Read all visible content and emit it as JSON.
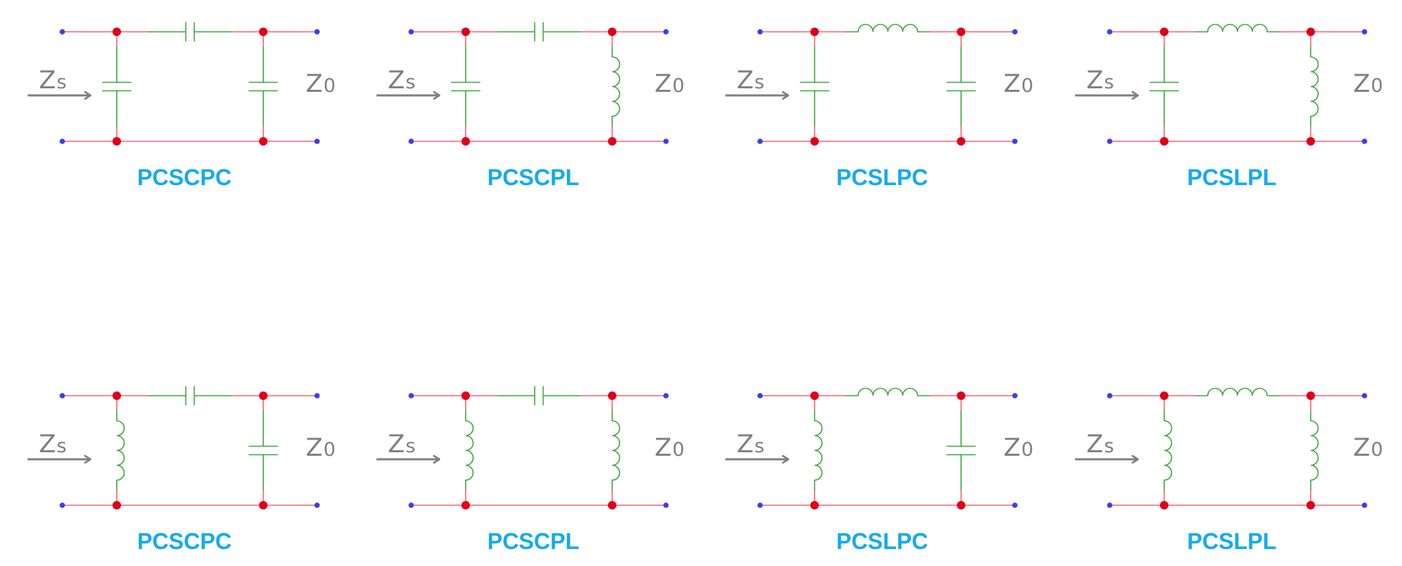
{
  "colors": {
    "wire": "#ff6070",
    "component": "#3aa83a",
    "node": "#e00018",
    "terminal": "#3c3cf0",
    "arrow": "#808080",
    "label": "#14aaf0",
    "z_text": "#7f7f7f"
  },
  "labels": {
    "zs_main": "Z",
    "zs_sub": "s",
    "z0_main": "Z",
    "z0_sub": "0"
  },
  "circuits": [
    {
      "name": "PCSCPC",
      "shunt_left": "C",
      "series": "C",
      "shunt_right": "C"
    },
    {
      "name": "PCSCPL",
      "shunt_left": "C",
      "series": "C",
      "shunt_right": "L"
    },
    {
      "name": "PCSLPC",
      "shunt_left": "C",
      "series": "L",
      "shunt_right": "C"
    },
    {
      "name": "PCSLPL",
      "shunt_left": "C",
      "series": "L",
      "shunt_right": "L"
    },
    {
      "name": "PCSCPC",
      "shunt_left": "L",
      "series": "C",
      "shunt_right": "C"
    },
    {
      "name": "PCSCPL",
      "shunt_left": "L",
      "series": "C",
      "shunt_right": "L"
    },
    {
      "name": "PCSLPC",
      "shunt_left": "L",
      "series": "L",
      "shunt_right": "C"
    },
    {
      "name": "PCSLPL",
      "shunt_left": "L",
      "series": "L",
      "shunt_right": "L"
    }
  ]
}
